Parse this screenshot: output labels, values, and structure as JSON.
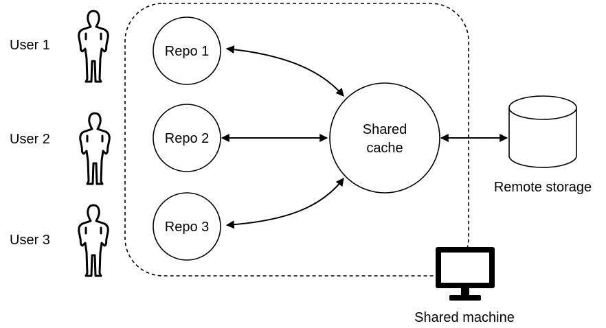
{
  "users": [
    {
      "label": "User 1"
    },
    {
      "label": "User 2"
    },
    {
      "label": "User 3"
    }
  ],
  "repos": [
    {
      "label": "Repo 1"
    },
    {
      "label": "Repo 2"
    },
    {
      "label": "Repo 3"
    }
  ],
  "cache": {
    "line1": "Shared",
    "line2": "cache"
  },
  "storage": {
    "label": "Remote storage"
  },
  "machine": {
    "label": "Shared machine"
  },
  "colors": {
    "stroke": "#000000",
    "fill": "#ffffff"
  },
  "icons": {
    "user": "person-silhouette-icon",
    "storage": "database-cylinder-icon",
    "machine": "monitor-icon"
  }
}
